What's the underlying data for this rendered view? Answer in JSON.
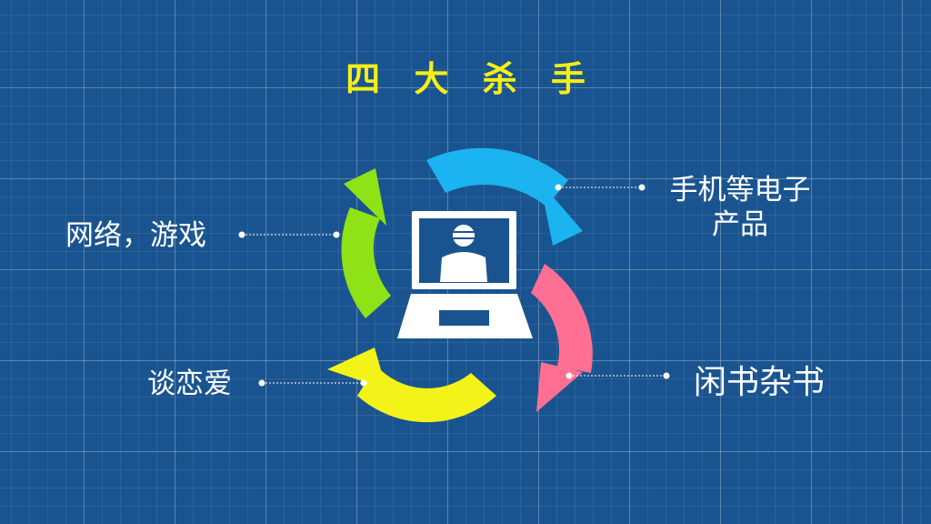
{
  "title": "四 大 杀 手",
  "labels": {
    "top_right_line1": "手机等电子",
    "top_right_line2": "产品",
    "left": "网络，游戏",
    "bottom_left": "谈恋爱",
    "bottom_right": "闲书杂书"
  },
  "colors": {
    "background": "#1a5490",
    "title": "#f7ef14",
    "arrow_blue": "#1bb3f0",
    "arrow_pink": "#ff6f93",
    "arrow_yellow": "#f3f31a",
    "arrow_green": "#8ee215"
  },
  "icons": [
    "laptop-person-icon"
  ]
}
